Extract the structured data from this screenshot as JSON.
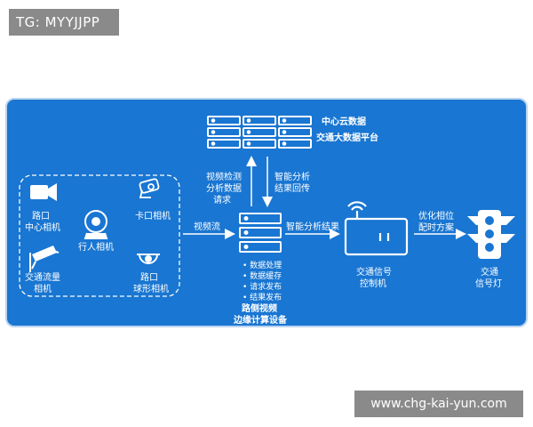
{
  "overlay": {
    "tag": "TG: MYYJJPP",
    "watermark": "www.chg-kai-yun.com"
  },
  "nodes": {
    "cloud_title_1": "中心云数据",
    "cloud_title_2": "交通大数据平台",
    "edge_device_1": "路侧视频",
    "edge_device_2": "边缘计算设备",
    "controller_1": "交通信号",
    "controller_2": "控制机",
    "signal_1": "交通",
    "signal_2": "信号灯"
  },
  "cameras": {
    "center_cam_1": "路口",
    "center_cam_2": "中心相机",
    "bayonet_cam": "卡口相机",
    "pedestrian_cam": "行人相机",
    "flow_cam_1": "交通流量",
    "flow_cam_2": "相机",
    "dome_cam_1": "路口",
    "dome_cam_2": "球形相机"
  },
  "edge_functions": [
    "数据处理",
    "数据缓存",
    "请求发布",
    "结果发布"
  ],
  "arrows": {
    "video_stream": "视频流",
    "up_request_1": "视频检测",
    "up_request_2": "分析数据",
    "up_request_3": "请求",
    "down_result_1": "智能分析",
    "down_result_2": "结果回传",
    "analysis_result": "智能分析结果",
    "timing_1": "优化相位",
    "timing_2": "配时方案"
  }
}
